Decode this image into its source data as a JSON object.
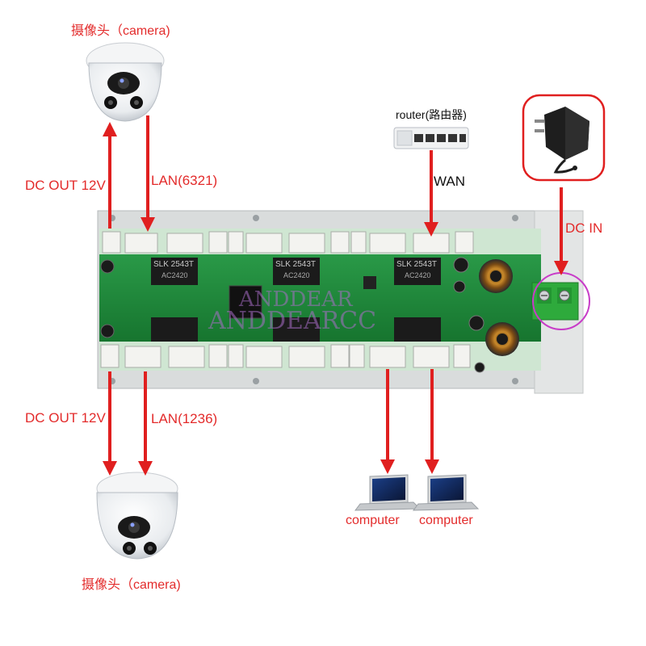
{
  "labels": {
    "camera_top": "摄像头（camera)",
    "camera_bottom": "摄像头（camera)",
    "dc_out_top": "DC OUT 12V",
    "dc_out_bottom": "DC OUT 12V",
    "lan_top": "LAN(6321)",
    "lan_bottom": "LAN(1236)",
    "router": "router(路由器)",
    "wan": "WAN",
    "dc_in": "DC IN",
    "computer_1": "computer",
    "computer_2": "computer"
  },
  "board": {
    "chip_text": "SLK 2543T",
    "chip_subtext": "AC2420"
  },
  "watermark": {
    "line1": "ANDDEAR",
    "line2": "ANDDEARCC"
  },
  "colors": {
    "label_red": "#e32b2b",
    "arrow_red": "#e01f1f",
    "pcb_green": "#1f8a3a",
    "board_gray": "#d9dcdc",
    "terminal_green": "#2eaa3c",
    "highlight_magenta": "#c83cc8"
  }
}
